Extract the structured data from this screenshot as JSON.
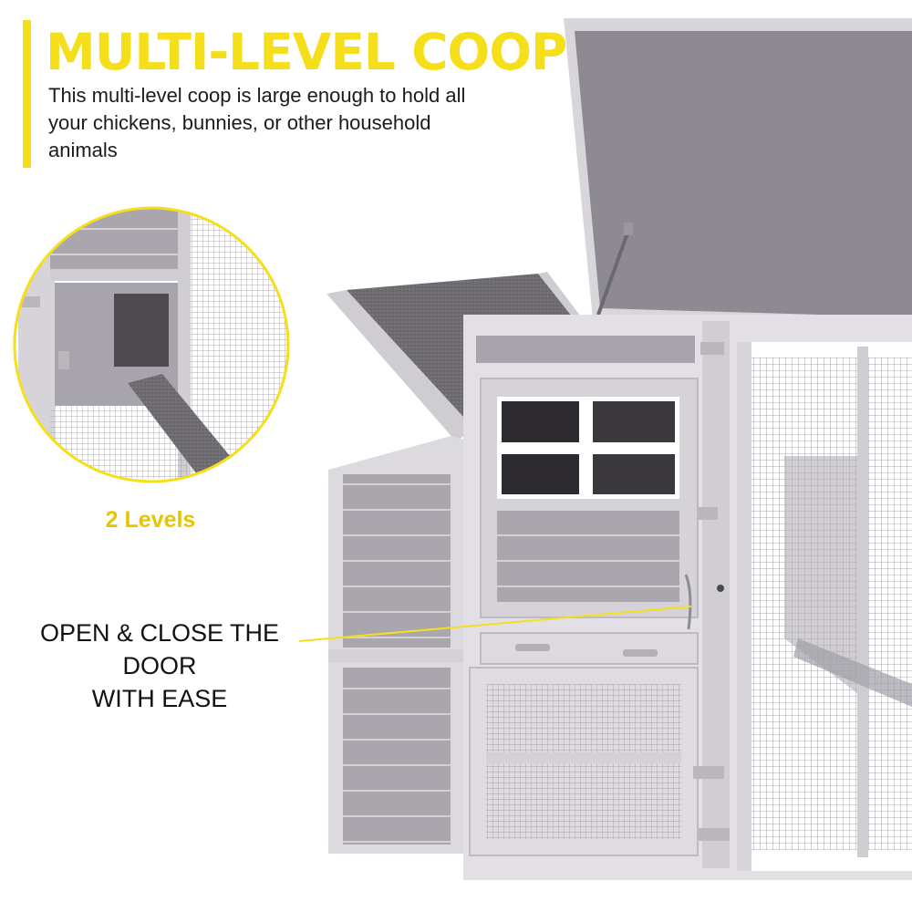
{
  "headline": "MULTI-LEVEL COOP",
  "description": "This multi-level coop is large enough to hold all your chickens, bunnies, or other household animals",
  "inset_label": "2 Levels",
  "callout": {
    "line1": "OPEN & CLOSE THE DOOR",
    "line2": "WITH EASE"
  },
  "colors": {
    "accent": "#f5df1b",
    "text": "#1b1b1b",
    "wood_light": "#d9d7dc",
    "wood_panel": "#a8a4ad",
    "roof": "#8e8a93"
  }
}
